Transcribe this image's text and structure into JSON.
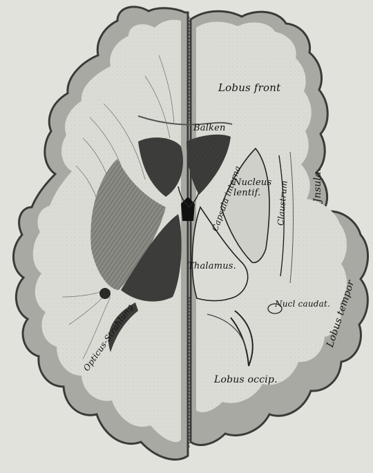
{
  "figure": {
    "colors": {
      "background": "#e2e2dc",
      "gray_matter": "#a9a9a3",
      "white_matter": "#dcdcd6",
      "dark_nuclei": "#3c3c3a",
      "ink": "#111111"
    }
  },
  "labels": {
    "lobus_front": "Lobus front",
    "balken": "Balken",
    "insula": "Jnsula.",
    "nucleus_lentif": "Nucleus\nlentif.",
    "capsula_interna": "Capsula interna",
    "claustrum": "Claustrum",
    "thalamus": "Thalamus.",
    "nucl_caudat": "Nucl caudat.",
    "lobus_tempor": "Lobus tempor",
    "opticus_strahlung": "Opticus-Strahlung",
    "lobus_occip": "Lobus occip."
  }
}
